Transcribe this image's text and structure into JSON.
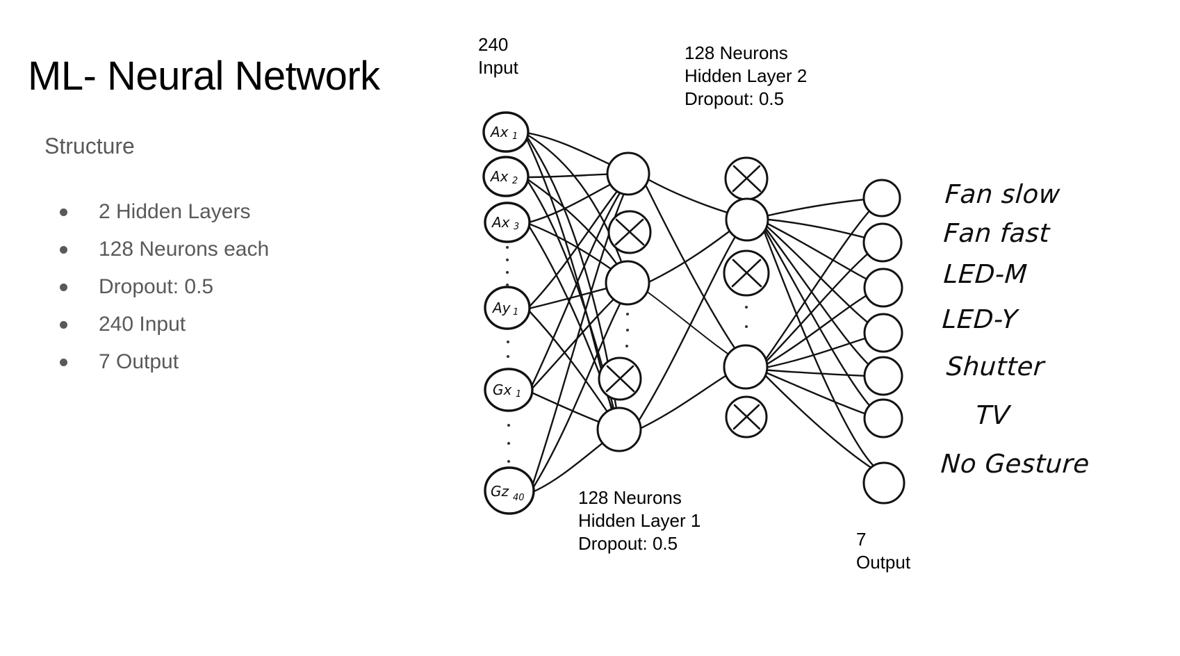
{
  "slide": {
    "title": "ML- Neural Network",
    "structure_heading": "Structure",
    "bullets": [
      "2 Hidden Layers",
      "128 Neurons each",
      "Dropout: 0.5",
      "240 Input",
      "7 Output"
    ]
  },
  "diagram": {
    "labels": {
      "input": "240\nInput",
      "hidden_layer_2": "128 Neurons\nHidden Layer 2\nDropout: 0.5",
      "hidden_layer_1": "128 Neurons\nHidden Layer 1\nDropout: 0.5",
      "output": "7\nOutput"
    },
    "input_nodes": [
      "Ax₁",
      "Ax₂",
      "Ax₃",
      "Ay₁",
      "Gx₁",
      "Gz₄₀"
    ],
    "output_classes": [
      "Fan slow",
      "Fan fast",
      "LED-M",
      "LED-Y",
      "Shutter",
      "TV",
      "No Gesture"
    ],
    "hidden_layer_1_nodes": [
      "active",
      "dropped",
      "active",
      "dropped",
      "active"
    ],
    "hidden_layer_2_nodes": [
      "dropped",
      "active",
      "dropped",
      "active",
      "dropped"
    ],
    "output_node_count": 7
  },
  "colors": {
    "title": "#000000",
    "body_text": "#595959",
    "ink": "#121212",
    "background": "#ffffff"
  }
}
